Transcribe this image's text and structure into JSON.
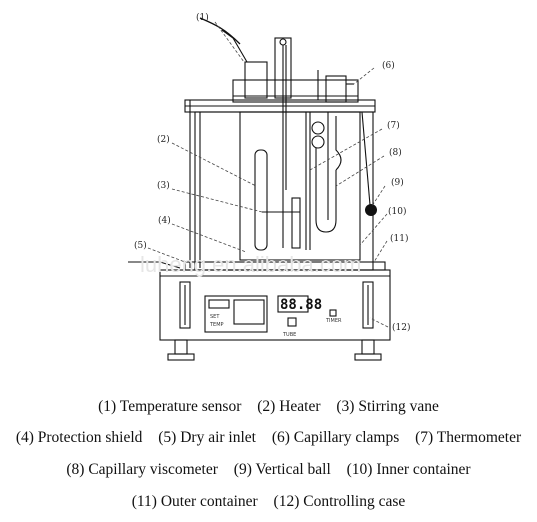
{
  "diagram": {
    "watermark": "luheng.en.alibaba.com",
    "display_digits": "88.88",
    "labels": [
      "(1)",
      "(2)",
      "(3)",
      "(4)",
      "(5)",
      "(6)",
      "(7)",
      "(8)",
      "(9)",
      "(10)",
      "(11)",
      "(12)"
    ]
  },
  "legend": {
    "line1": [
      "(1) Temperature sensor",
      "(2) Heater",
      "(3) Stirring vane"
    ],
    "line2": [
      "(4) Protection shield",
      "(5) Dry air inlet",
      "(6) Capillary clamps",
      "(7) Thermometer"
    ],
    "line3": [
      "(8) Capillary viscometer",
      "(9) Vertical ball",
      "(10) Inner container"
    ],
    "line4": [
      "(11) Outer container",
      "(12) Controlling case"
    ]
  }
}
